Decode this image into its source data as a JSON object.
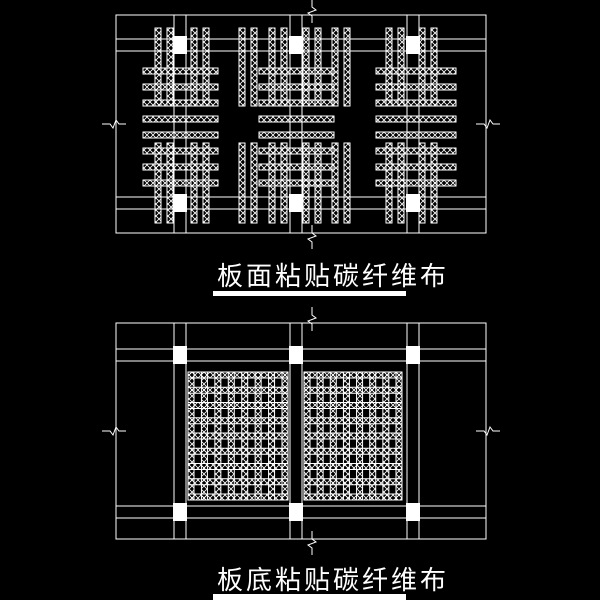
{
  "drawings": [
    {
      "id": "top-view",
      "title": "板面粘贴碳纤维布",
      "layout": "strips-around-columns"
    },
    {
      "id": "bottom-view",
      "title": "板底粘贴碳纤维布",
      "layout": "mesh-per-bay"
    }
  ],
  "colors": {
    "background": "#000000",
    "lines": "#ffffff"
  },
  "icons": [
    "break-line-symbol",
    "column-square",
    "carbon-fiber-strip"
  ]
}
